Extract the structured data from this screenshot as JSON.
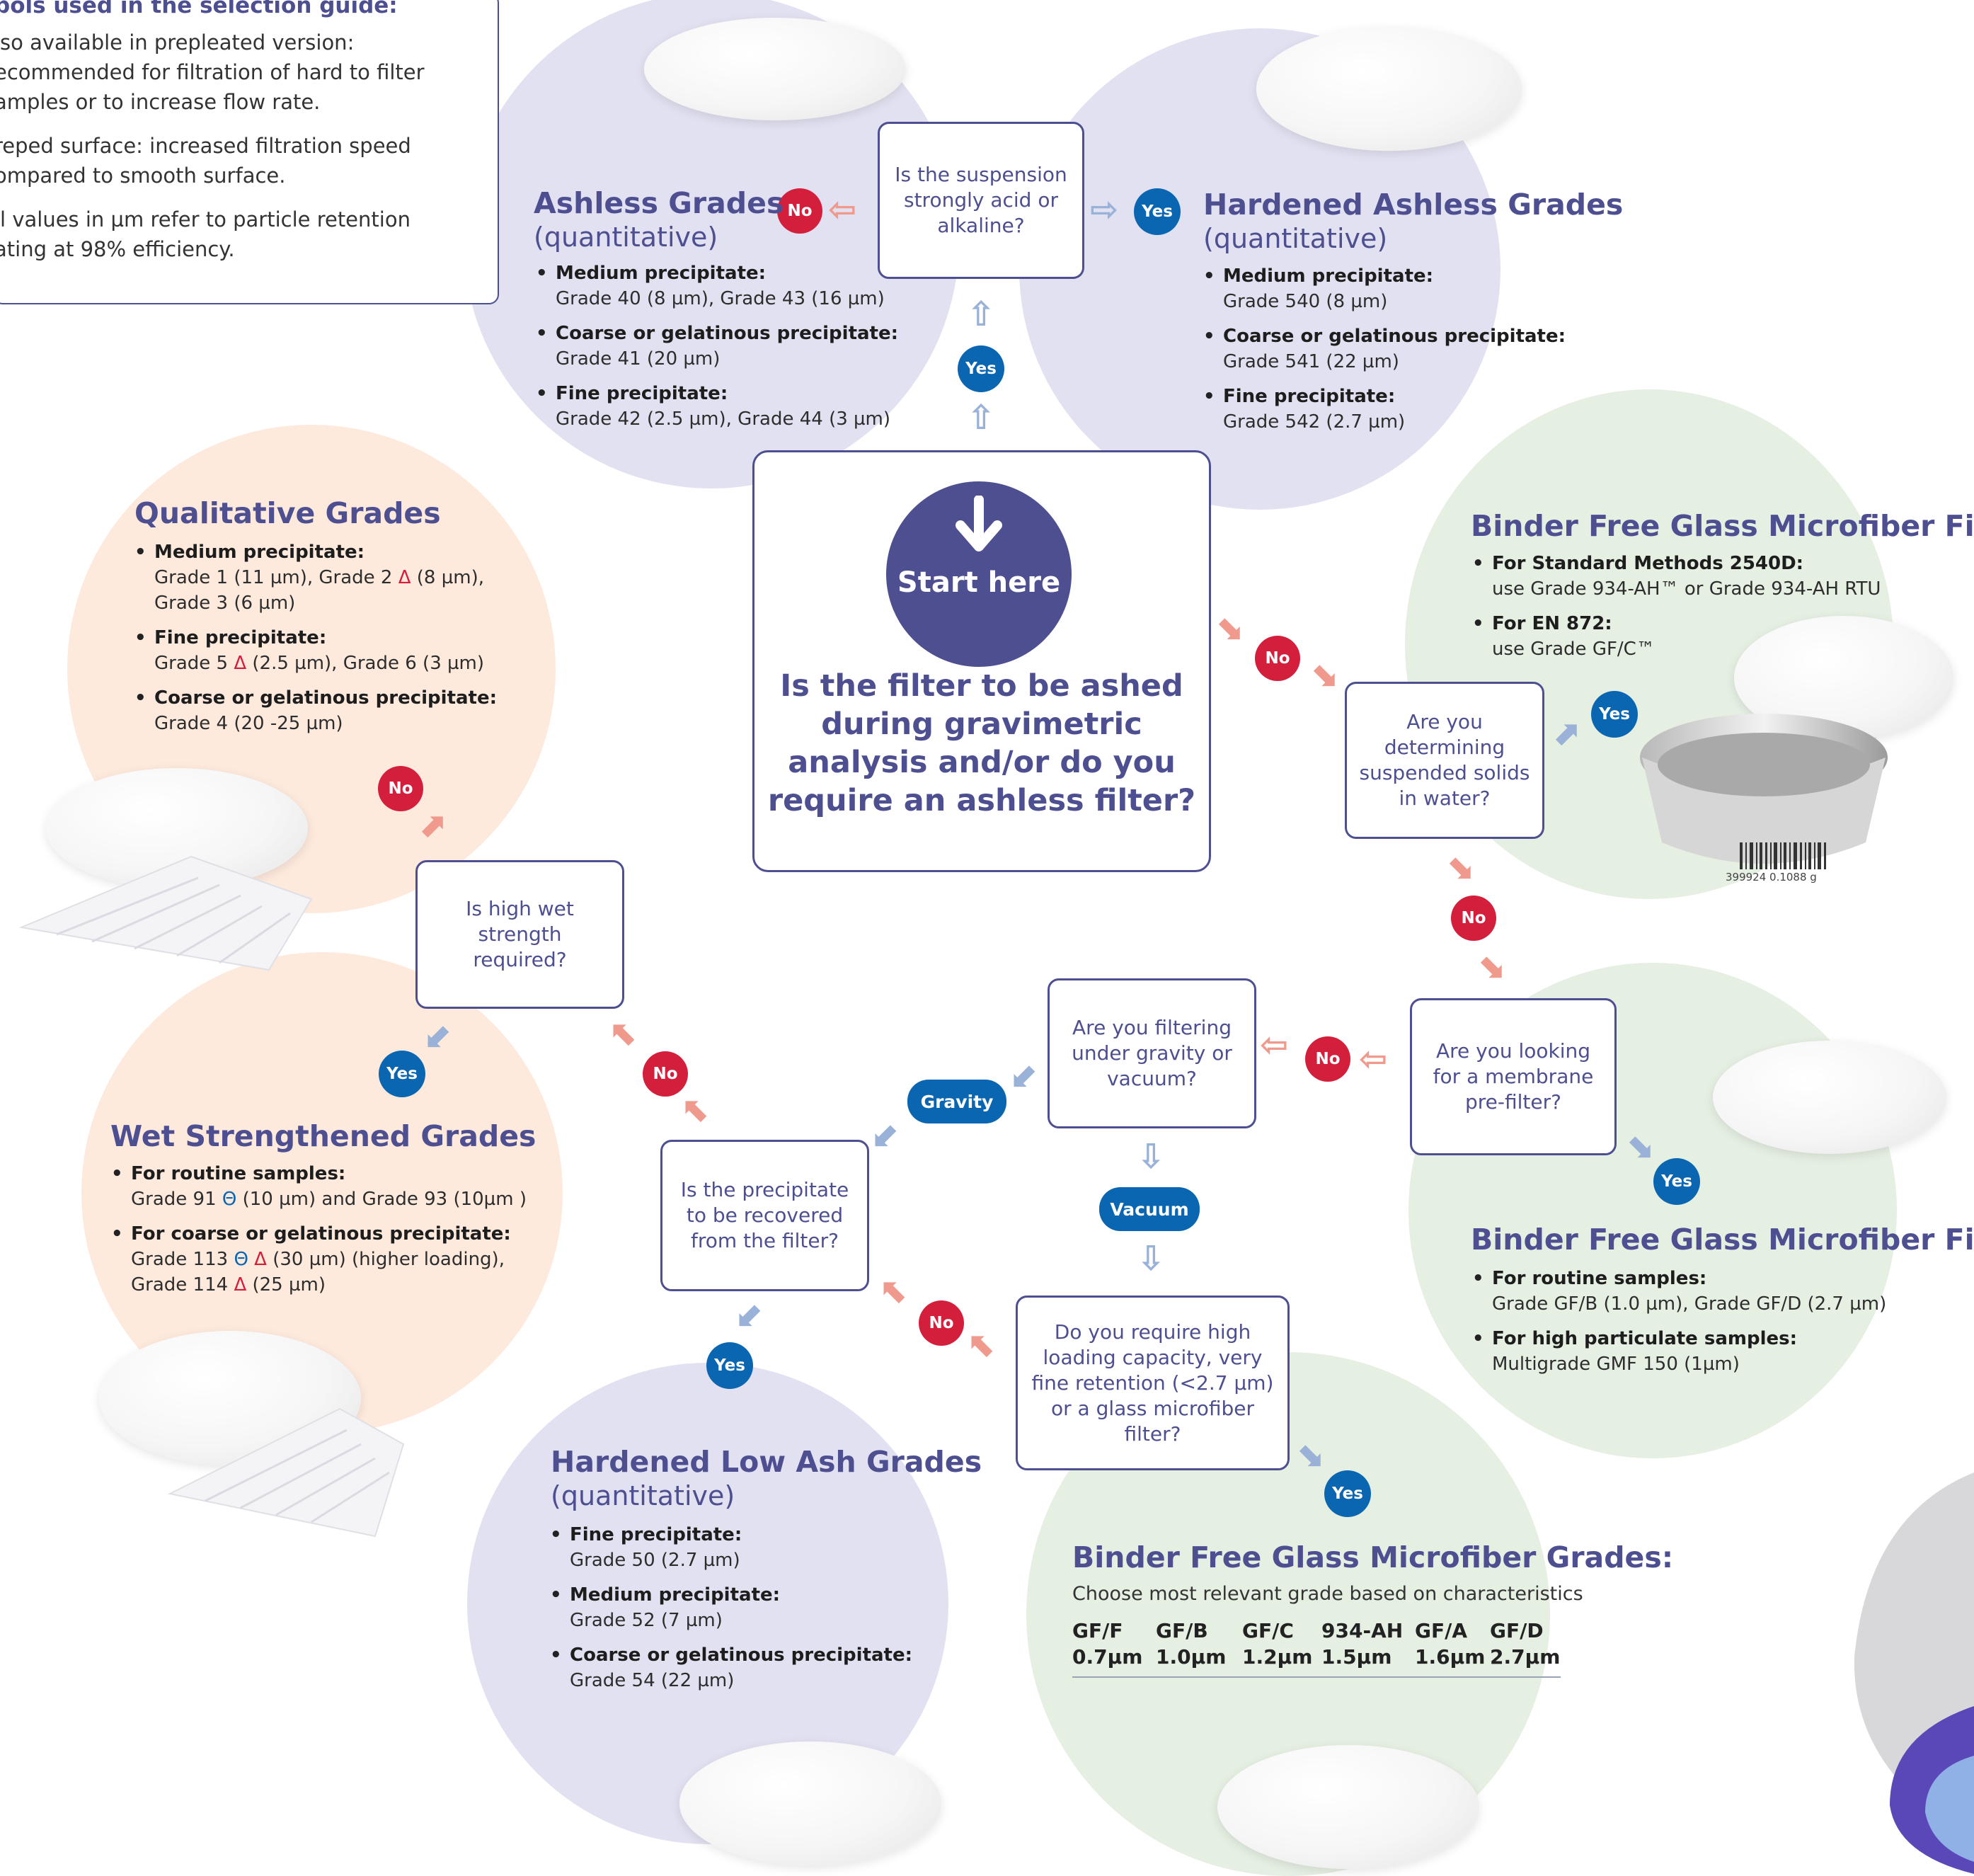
{
  "legend": {
    "title": "bols used in the selection guide:",
    "items": [
      "lso available in prepleated version:",
      "ecommended for filtration of hard to filter",
      "amples or to increase flow rate.",
      "reped surface: increased filtration speed",
      "ompared to smooth surface.",
      "ll values in µm refer to particle retention",
      "ating at 98% efficiency."
    ]
  },
  "start": {
    "label": "Start here",
    "question": "Is the filter to be ashed during gravimetric analysis and/or do you require an ashless filter?"
  },
  "questions": {
    "acid": "Is the suspension strongly acid or alkaline?",
    "suspended": "Are you determining suspended solids in water?",
    "prefilter": "Are you looking for a membrane pre-filter?",
    "gravity": "Are you filtering under gravity or vacuum?",
    "recover": "Is the precipitate to be recovered from the filter?",
    "wet": "Is high wet strength required?",
    "loading": "Do you require high loading capacity, very fine retention (<2.7 µm) or a glass microfiber filter?"
  },
  "badges": {
    "yes": "Yes",
    "no": "No",
    "gravity": "Gravity",
    "vacuum": "Vacuum"
  },
  "ashless": {
    "title": "Ashless Grades",
    "subtitle": "(quantitative)",
    "items": [
      {
        "label": "Medium precipitate:",
        "detail": "Grade 40 (8 µm), Grade 43 (16 µm)"
      },
      {
        "label": "Coarse or gelatinous precipitate:",
        "detail": "Grade 41 (20 µm)"
      },
      {
        "label": "Fine precipitate:",
        "detail": "Grade 42 (2.5 µm), Grade 44 (3 µm)"
      }
    ]
  },
  "hardened_ashless": {
    "title": "Hardened Ashless Grades",
    "subtitle": "(quantitative)",
    "items": [
      {
        "label": "Medium precipitate:",
        "detail": "Grade 540 (8 µm)"
      },
      {
        "label": "Coarse or gelatinous precipitate:",
        "detail": "Grade 541 (22 µm)"
      },
      {
        "label": "Fine precipitate:",
        "detail": "Grade 542 (2.7 µm)"
      }
    ]
  },
  "qualitative": {
    "title": "Qualitative Grades",
    "items": [
      {
        "label": "Medium precipitate:",
        "detail_a": "Grade 1 (11 µm), Grade 2 ",
        "detail_b": " (8 µm),",
        "detail_c": "Grade 3 (6 µm)"
      },
      {
        "label": "Fine precipitate:",
        "detail_a": "Grade 5 ",
        "detail_b": " (2.5 µm), Grade 6 (3 µm)"
      },
      {
        "label": "Coarse or gelatinous precipitate:",
        "detail": "Grade 4 (20 -25 µm)"
      }
    ]
  },
  "wet_strength": {
    "title": "Wet Strengthened Grades",
    "items": [
      {
        "label": "For routine samples:",
        "detail_a": "Grade 91 ",
        "detail_b": " (10 µm)  and Grade 93 (10µm )"
      },
      {
        "label": "For coarse or gelatinous precipitate:",
        "detail_a": "Grade  113 ",
        "detail_b": " (30 µm) (higher loading),",
        "detail_c": "Grade 114 ",
        "detail_d": " (25 µm)"
      }
    ]
  },
  "symbols": {
    "triangle": "Δ",
    "theta": "Θ"
  },
  "binder_free_top": {
    "title": "Binder Free Glass Microfiber Filters",
    "items": [
      {
        "label": "For Standard Methods 2540D:",
        "detail": "use Grade 934-AH™ or Grade 934-AH RTU"
      },
      {
        "label": "For EN 872:",
        "detail": "use Grade GF/C™"
      }
    ],
    "dish_label": "399924  0.1088 g"
  },
  "binder_free_mid": {
    "title": "Binder Free Glass Microfiber Filters",
    "items": [
      {
        "label": "For routine samples:",
        "detail": "Grade GF/B (1.0 µm), Grade GF/D (2.7 µm)"
      },
      {
        "label": "For high particulate samples:",
        "detail": "Multigrade GMF 150 (1µm)"
      }
    ]
  },
  "hardened_low_ash": {
    "title": "Hardened Low Ash Grades",
    "subtitle": "(quantitative)",
    "items": [
      {
        "label": "Fine precipitate:",
        "detail": "Grade 50 (2.7 µm)"
      },
      {
        "label": "Medium precipitate:",
        "detail": "Grade 52 (7 µm)"
      },
      {
        "label": "Coarse or gelatinous precipitate:",
        "detail": "Grade 54 (22 µm)"
      }
    ]
  },
  "binder_free_grades": {
    "title": "Binder Free Glass Microfiber Grades:",
    "subtitle": "Choose most relevant grade based on characteristics",
    "grades": [
      {
        "name": "GF/F",
        "size": "0.7µm"
      },
      {
        "name": "GF/B",
        "size": "1.0µm"
      },
      {
        "name": "GF/C",
        "size": "1.2µm"
      },
      {
        "name": "934-AH",
        "size": "1.5µm"
      },
      {
        "name": "GF/A",
        "size": "1.6µm"
      },
      {
        "name": "GF/D",
        "size": "2.7µm"
      }
    ]
  },
  "colors": {
    "heading": "#4d4f91",
    "yes_badge": "#0b66b1",
    "no_badge": "#d31f3c",
    "purple_circle": "#e2e1f1",
    "orange_circle": "#fee9dd",
    "green_circle": "#e5efe2"
  }
}
